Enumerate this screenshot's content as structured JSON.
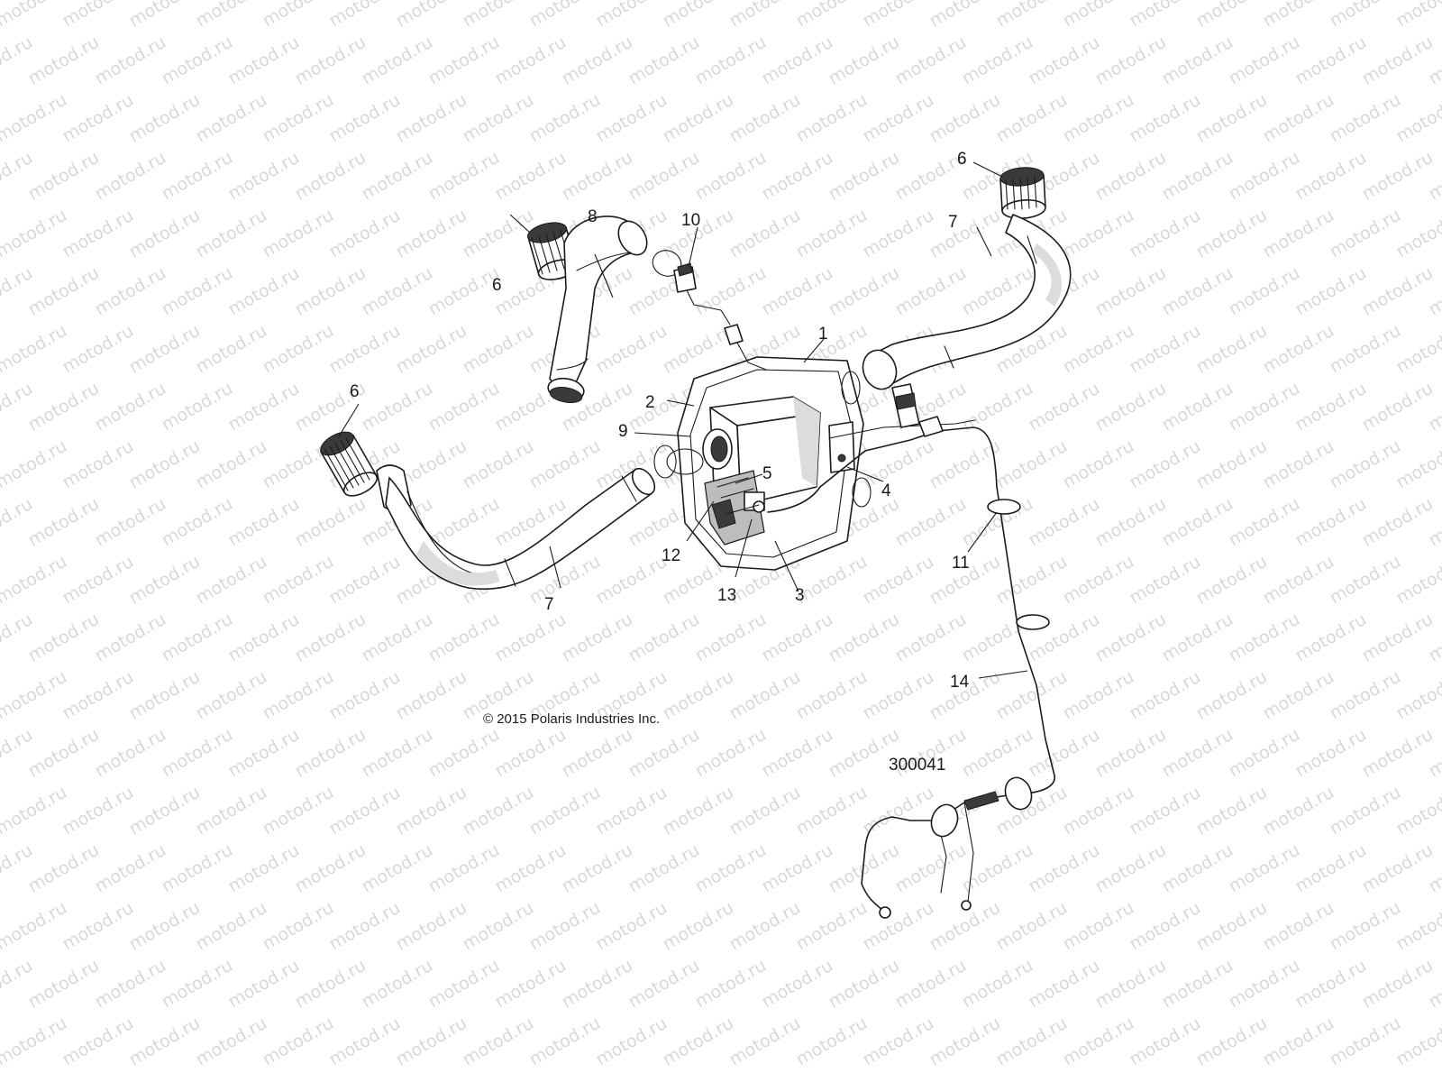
{
  "watermark": {
    "text": "motod.ru"
  },
  "callouts": {
    "c1": "1",
    "c2": "2",
    "c3": "3",
    "c4": "4",
    "c5": "5",
    "c6a": "6",
    "c6b": "6",
    "c6c": "6",
    "c7a": "7",
    "c7b": "7",
    "c8": "8",
    "c9": "9",
    "c10": "10",
    "c11": "11",
    "c12": "12",
    "c13": "13",
    "c14": "14"
  },
  "copyright": "© 2015 Polaris Industries Inc.",
  "figure_number": "300041",
  "colors": {
    "line": "#1a1a1a",
    "watermark": "#d8d8d8",
    "background": "#ffffff"
  }
}
